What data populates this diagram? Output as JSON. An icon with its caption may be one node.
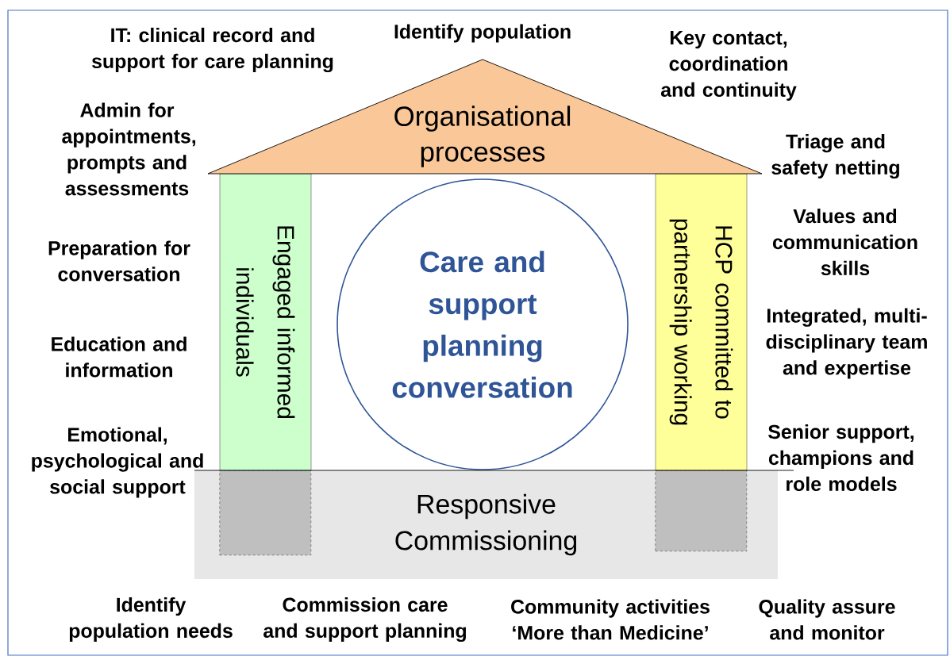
{
  "diagram": {
    "nodes": [
      {
        "text": [
          "Organisational processes"
        ]
      },
      {
        "text": [
          "Engaged informed individuals"
        ]
      },
      {
        "text": [
          "Care and support planning conversation"
        ]
      },
      {
        "text": [
          "HCP committed to partnership working"
        ]
      },
      {
        "text": [
          "Responsive Commissioning"
        ]
      },
      {
        "text": [],
        "shape": "box",
        "in": 4
      },
      {
        "text": [],
        "shape": "box",
        "in": 4
      }
    ],
    "edges": [],
    "labels": [
      "IT: clinical record and support for care planning",
      "Identify population",
      "Key contact, coordination and continuity",
      "Admin for appointments, prompts and assessments",
      "Triage and safety netting",
      "Preparation for conversation",
      "Values and communication skills",
      "Education and information",
      "Integrated, multi-disciplinary team and expertise",
      "Emotional, psychological and social support",
      "Senior support, champions and role models",
      "Identify population needs",
      "Commission care and support planning",
      "Community activities ‘More than Medicine’",
      "Quality assure and monitor"
    ]
  }
}
